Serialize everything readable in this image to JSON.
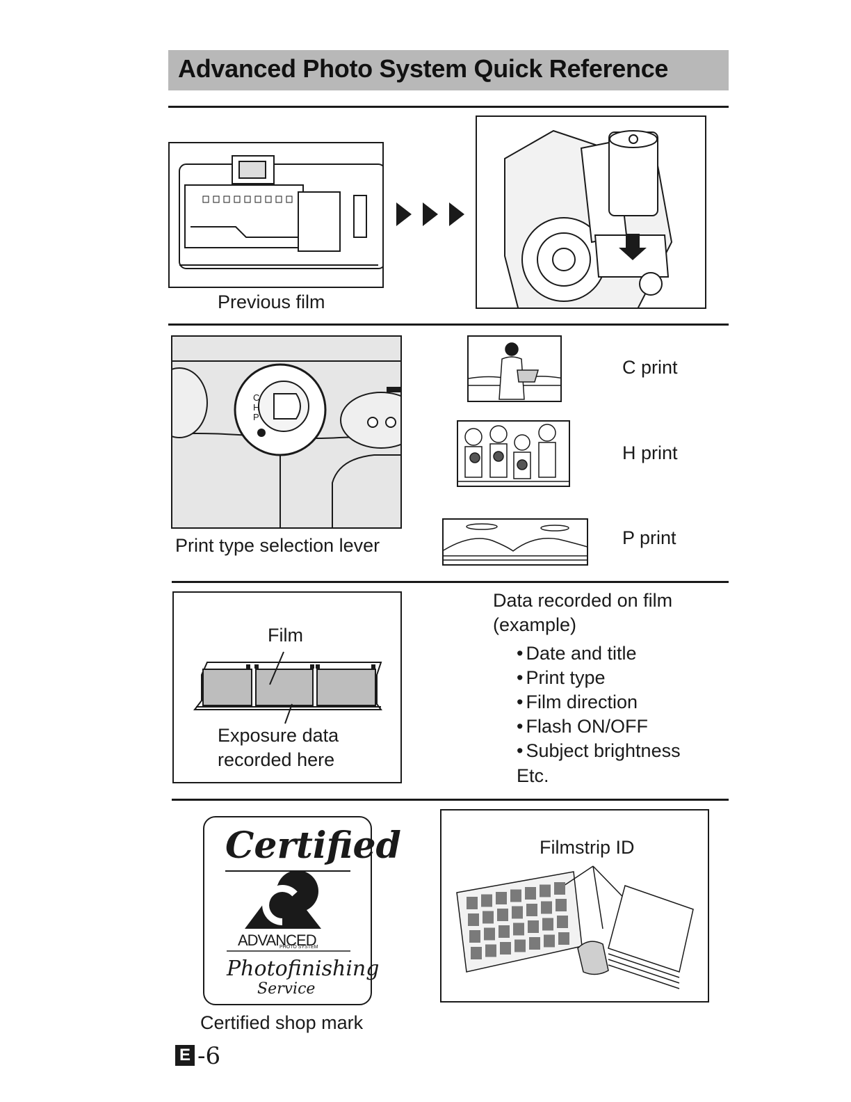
{
  "header": {
    "title": "Advanced Photo System Quick Reference"
  },
  "section1": {
    "previous_film_label": "Previous film"
  },
  "section2": {
    "lever_label": "Print type selection lever",
    "lever_letters": [
      "C",
      "H",
      "P"
    ],
    "prints": [
      {
        "label": "C print"
      },
      {
        "label": "H print"
      },
      {
        "label": "P print"
      }
    ]
  },
  "section3": {
    "film_label": "Film",
    "exposure_label_line1": "Exposure data",
    "exposure_label_line2": "recorded here",
    "data_title_line1": "Data recorded on film",
    "data_title_line2": "(example)",
    "data_items": [
      "Date and title",
      "Print type",
      "Film direction",
      "Flash ON/OFF",
      "Subject brightness"
    ],
    "data_etc": "Etc."
  },
  "section4": {
    "logo_word_certified": "Certified",
    "logo_word_advanced": "ADVANCED",
    "logo_word_photo_system": "PHOTO SYSTEM",
    "logo_word_photofinishing": "Photofinishing",
    "logo_word_service": "Service",
    "certified_label": "Certified shop mark",
    "filmstrip_label": "Filmstrip ID"
  },
  "footer": {
    "page_letter": "E",
    "page_number": "-6"
  }
}
